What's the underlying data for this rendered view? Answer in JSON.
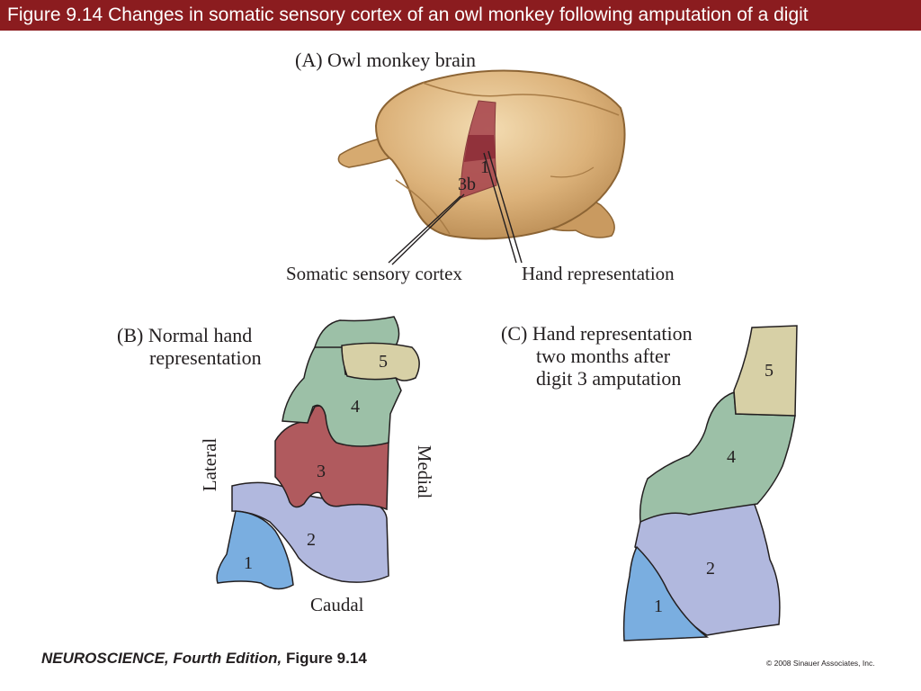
{
  "header": {
    "title": "Figure 9.14  Changes in somatic sensory cortex of an owl monkey following amputation of a digit"
  },
  "panel_a": {
    "title": "(A)  Owl monkey brain",
    "area_labels": [
      "1",
      "3b"
    ],
    "callouts": {
      "somatic": "Somatic sensory cortex",
      "hand": "Hand representation"
    }
  },
  "panel_b": {
    "title_line1": "(B)  Normal hand",
    "title_line2": "representation",
    "orientation": {
      "lateral": "Lateral",
      "medial": "Medial",
      "caudal": "Caudal"
    },
    "regions": [
      "1",
      "2",
      "3",
      "4",
      "5"
    ]
  },
  "panel_c": {
    "title_line1": "(C)  Hand representation",
    "title_line2": "two months after",
    "title_line3": "digit 3 amputation",
    "regions": [
      "1",
      "2",
      "4",
      "5"
    ]
  },
  "colors": {
    "title_bar": "#8b1c1f",
    "digit1": "#7aaee0",
    "digit2": "#b1b8de",
    "digit3": "#b05a5e",
    "digit4": "#9cc0a7",
    "digit5": "#d7d0a6",
    "brain": "#d9b079",
    "cortex_strip": "#a8464e"
  },
  "footer": {
    "book": "NEUROSCIENCE, Fourth Edition,",
    "figure": "Figure 9.14",
    "copyright": "© 2008 Sinauer Associates, Inc."
  }
}
